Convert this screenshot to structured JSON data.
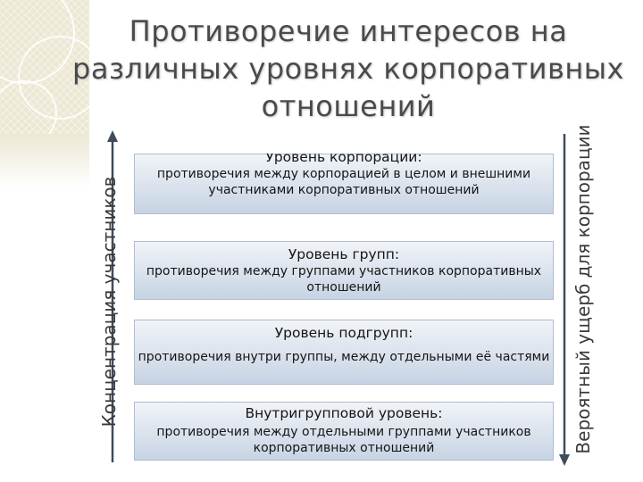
{
  "slide": {
    "title": "Противоречие интересов на различных уровнях корпоративных отношений",
    "left_axis_label": "Концентрация участников",
    "right_axis_label": "Вероятный ущерб для корпорации"
  },
  "levels": [
    {
      "heading": "Уровень корпорации:",
      "description": "противоречия между корпорацией в целом и внешними участниками корпоративных отношений"
    },
    {
      "heading": "Уровень групп:",
      "description": "противоречия между группами участников корпоративных отношений"
    },
    {
      "heading": "Уровень подгрупп:",
      "description": "противоречия внутри группы, между отдельными её частями"
    },
    {
      "heading": "Внутригрупповой уровень:",
      "description": "противоречия между отдельными группами участников корпоративных отношений"
    }
  ],
  "colors": {
    "background": "#ffffff",
    "decor": "#ece8d4",
    "box_top": "#f2f4f8",
    "box_bottom": "#c6d3e3",
    "arrow": "#3f4c5a",
    "text": "#151515",
    "title": "#4a4a4a"
  }
}
